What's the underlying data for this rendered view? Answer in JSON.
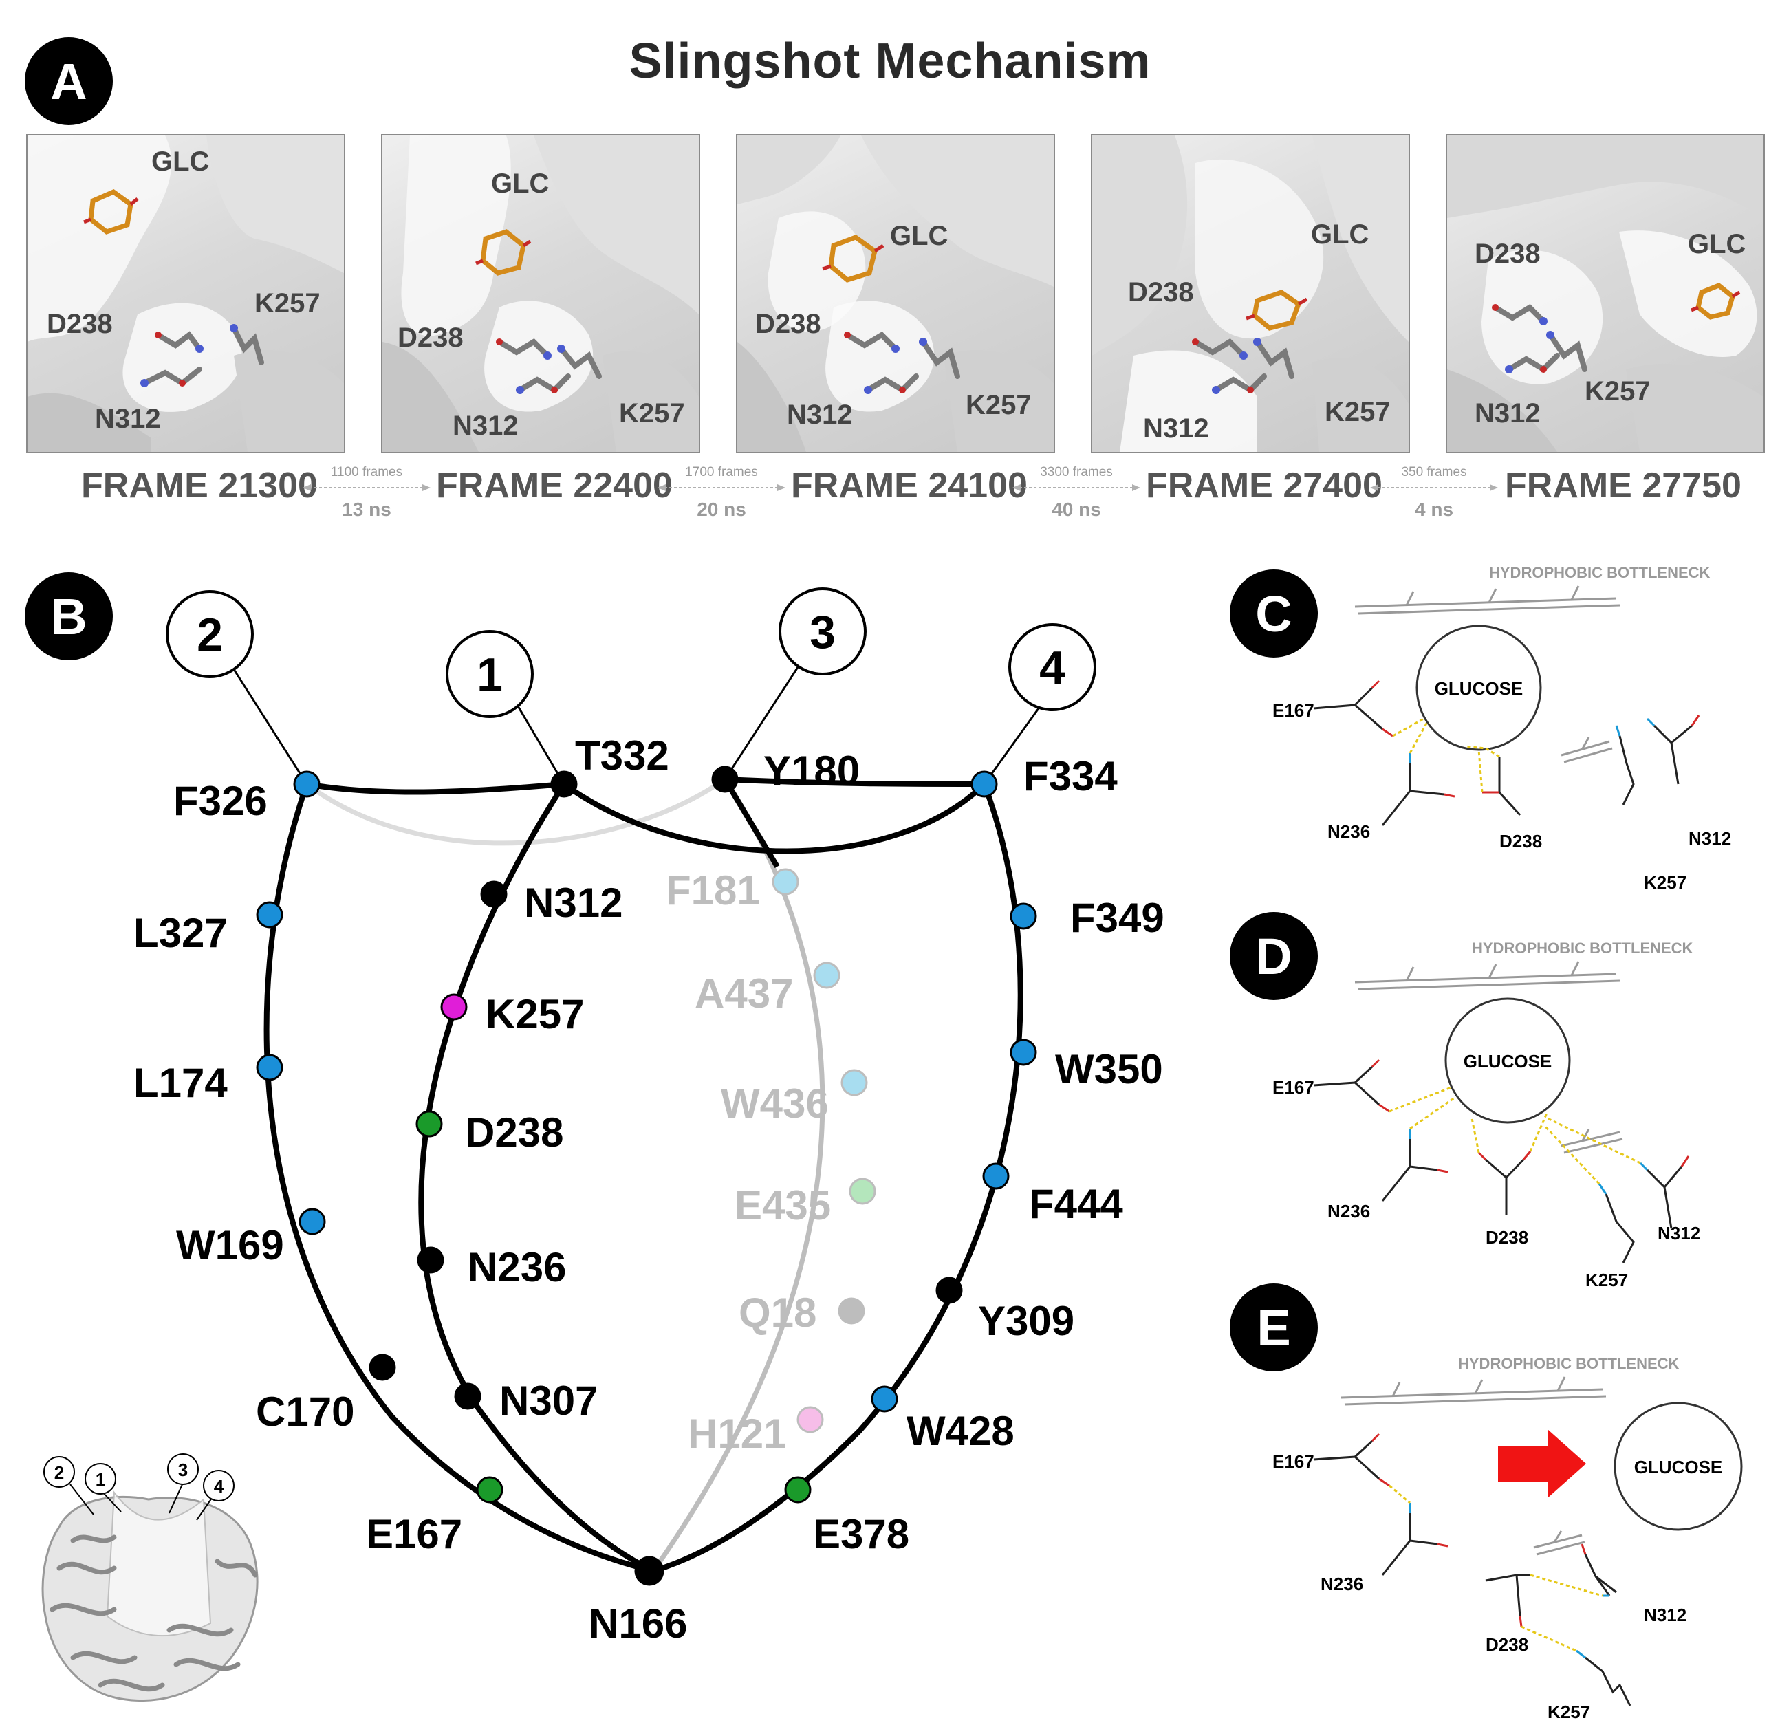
{
  "panel_a": {
    "badge": "A",
    "title": "Slingshot Mechanism",
    "frames": [
      {
        "label": "FRAME 21300",
        "glc": "GLC",
        "d238": "D238",
        "k257": "K257",
        "n312": "N312"
      },
      {
        "label": "FRAME 22400",
        "glc": "GLC",
        "d238": "D238",
        "k257": "K257",
        "n312": "N312"
      },
      {
        "label": "FRAME 24100",
        "glc": "GLC",
        "d238": "D238",
        "k257": "K257",
        "n312": "N312"
      },
      {
        "label": "FRAME 27400",
        "glc": "GLC",
        "d238": "D238",
        "k257": "K257",
        "n312": "N312"
      },
      {
        "label": "FRAME 27750",
        "glc": "GLC",
        "d238": "D238",
        "k257": "K257",
        "n312": "N312"
      }
    ],
    "gaps": [
      {
        "frames": "1100 frames",
        "time": "13 ns"
      },
      {
        "frames": "1700 frames",
        "time": "20 ns"
      },
      {
        "frames": "3300 frames",
        "time": "40 ns"
      },
      {
        "frames": "350 frames",
        "time": "4 ns"
      }
    ]
  },
  "panel_b": {
    "badge": "B",
    "pathways": [
      "1",
      "2",
      "3",
      "4"
    ],
    "residues": {
      "F326": "F326",
      "L327": "L327",
      "L174": "L174",
      "W169": "W169",
      "C170": "C170",
      "E167": "E167",
      "N166": "N166",
      "T332": "T332",
      "N312": "N312",
      "K257": "K257",
      "D238": "D238",
      "N236": "N236",
      "N307": "N307",
      "Y180": "Y180",
      "F181": "F181",
      "A437": "A437",
      "W436": "W436",
      "E435": "E435",
      "Q18": "Q18",
      "H121": "H121",
      "F334": "F334",
      "F349": "F349",
      "W350": "W350",
      "F444": "F444",
      "Y309": "Y309",
      "W428": "W428",
      "E378": "E378"
    },
    "thumbnail_markers": [
      "2",
      "1",
      "3",
      "4"
    ],
    "colors": {
      "hydrophobic": "#1a8fd8",
      "polar": "#000000",
      "acidic": "#1a9a2a",
      "basic": "#e01ed8",
      "faded_hydrophobic": "#a8ddf0",
      "faded_acidic": "#b4e6bc",
      "faded_basic": "#f6bde8",
      "faded_polar": "#bdbdbd"
    }
  },
  "panel_c": {
    "badge": "C",
    "bottleneck": "HYDROPHOBIC BOTTLENECK",
    "glucose": "GLUCOSE",
    "labels": {
      "e167": "E167",
      "n236": "N236",
      "d238": "D238",
      "n312": "N312",
      "k257": "K257"
    }
  },
  "panel_d": {
    "badge": "D",
    "bottleneck": "HYDROPHOBIC BOTTLENECK",
    "glucose": "GLUCOSE",
    "labels": {
      "e167": "E167",
      "n236": "N236",
      "d238": "D238",
      "n312": "N312",
      "k257": "K257"
    }
  },
  "panel_e": {
    "badge": "E",
    "bottleneck": "HYDROPHOBIC BOTTLENECK",
    "glucose": "GLUCOSE",
    "labels": {
      "e167": "E167",
      "n236": "N236",
      "d238": "D238",
      "n312": "N312",
      "k257": "K257"
    }
  }
}
